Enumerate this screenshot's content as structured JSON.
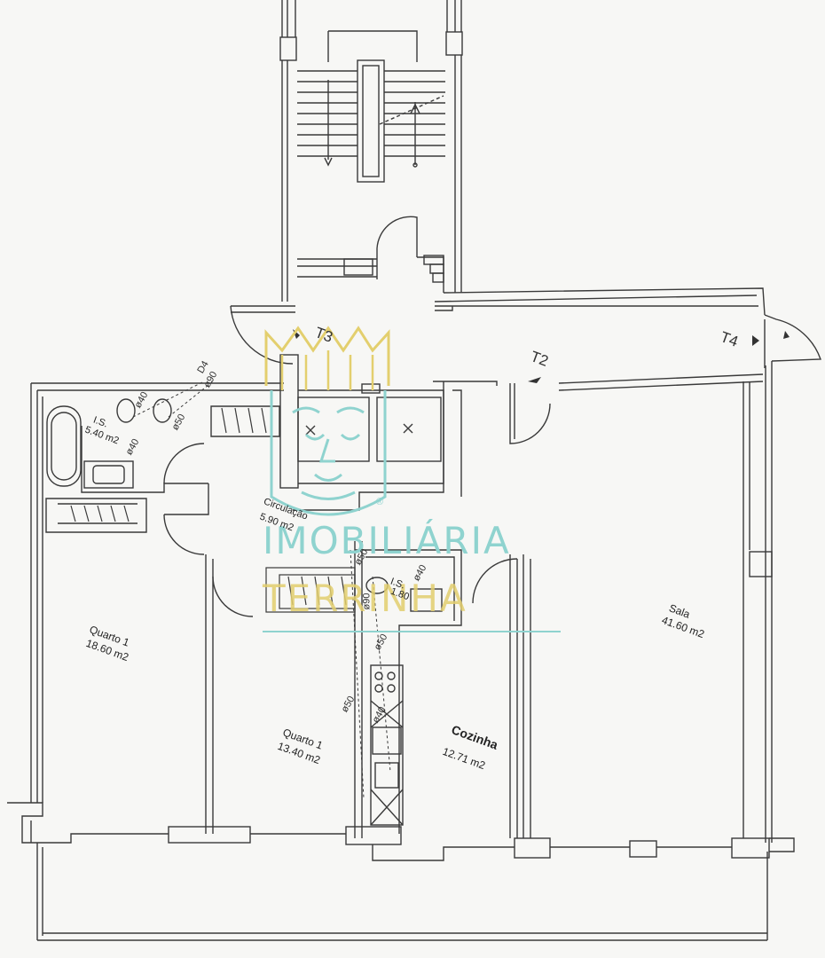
{
  "rooms": {
    "quarto1_left": {
      "name": "Quarto 1",
      "area": "18.60 m2"
    },
    "quarto1_mid": {
      "name": "Quarto 1",
      "area": "13.40 m2"
    },
    "cozinha": {
      "name": "Cozinha",
      "area": "12.71 m2"
    },
    "sala": {
      "name": "Sala",
      "area": "41.60 m2"
    },
    "circulacao": {
      "name": "Circulação",
      "area": "5.90 m2"
    },
    "is_bath": {
      "name": "I.S.",
      "area": "5.40 m2"
    },
    "ls_small": {
      "name": "I.S.",
      "area": "1.80"
    }
  },
  "tags": {
    "t2": "T2",
    "t3": "T3",
    "t4": "T4"
  },
  "pipes": {
    "d50": "ø50",
    "d40": "ø40",
    "d90": "ø90",
    "d4": "D4"
  },
  "watermark": {
    "line1": "IMOBILIÁRIA",
    "line2": "TERRINHA",
    "registered": "®",
    "gold": "#e3cf6e",
    "teal": "#8fd3cf"
  }
}
